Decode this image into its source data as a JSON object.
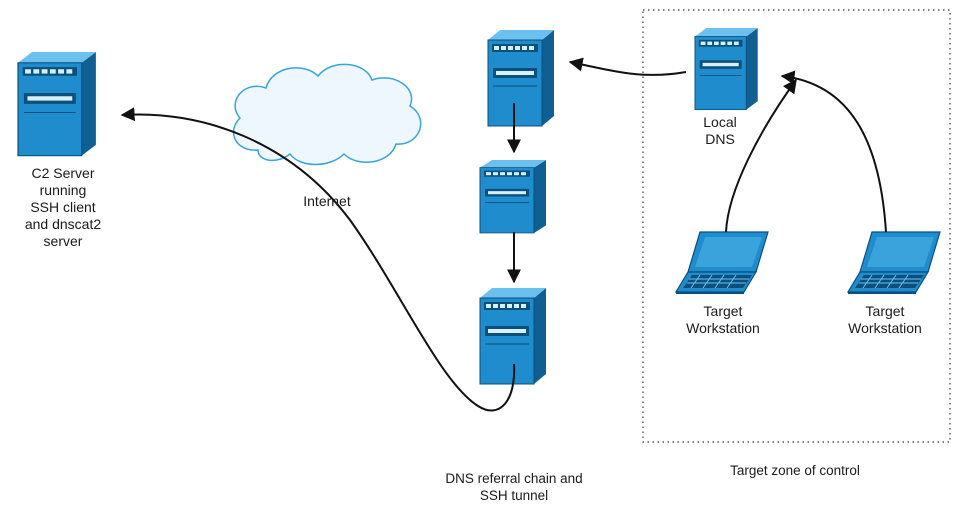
{
  "labels": {
    "c2_server": "C2 Server\nrunning\nSSH client\nand dnscat2\nserver",
    "internet": "Internet",
    "local_dns": "Local\nDNS",
    "workstation_left": "Target\nWorkstation",
    "workstation_right": "Target\nWorkstation",
    "dns_chain": "DNS referral chain and\nSSH tunnel",
    "zone": "Target zone of control"
  },
  "colors": {
    "server_fill": "#1e8ccd",
    "server_dark": "#0f5f93",
    "server_light": "#6cc0ee",
    "cloud_fill": "#eef7fd",
    "cloud_stroke": "#3aa3dc",
    "arrow": "#111111",
    "zone_border": "#555555"
  },
  "icons": [
    "server-icon",
    "cloud-icon",
    "laptop-icon",
    "arrow-icon"
  ]
}
